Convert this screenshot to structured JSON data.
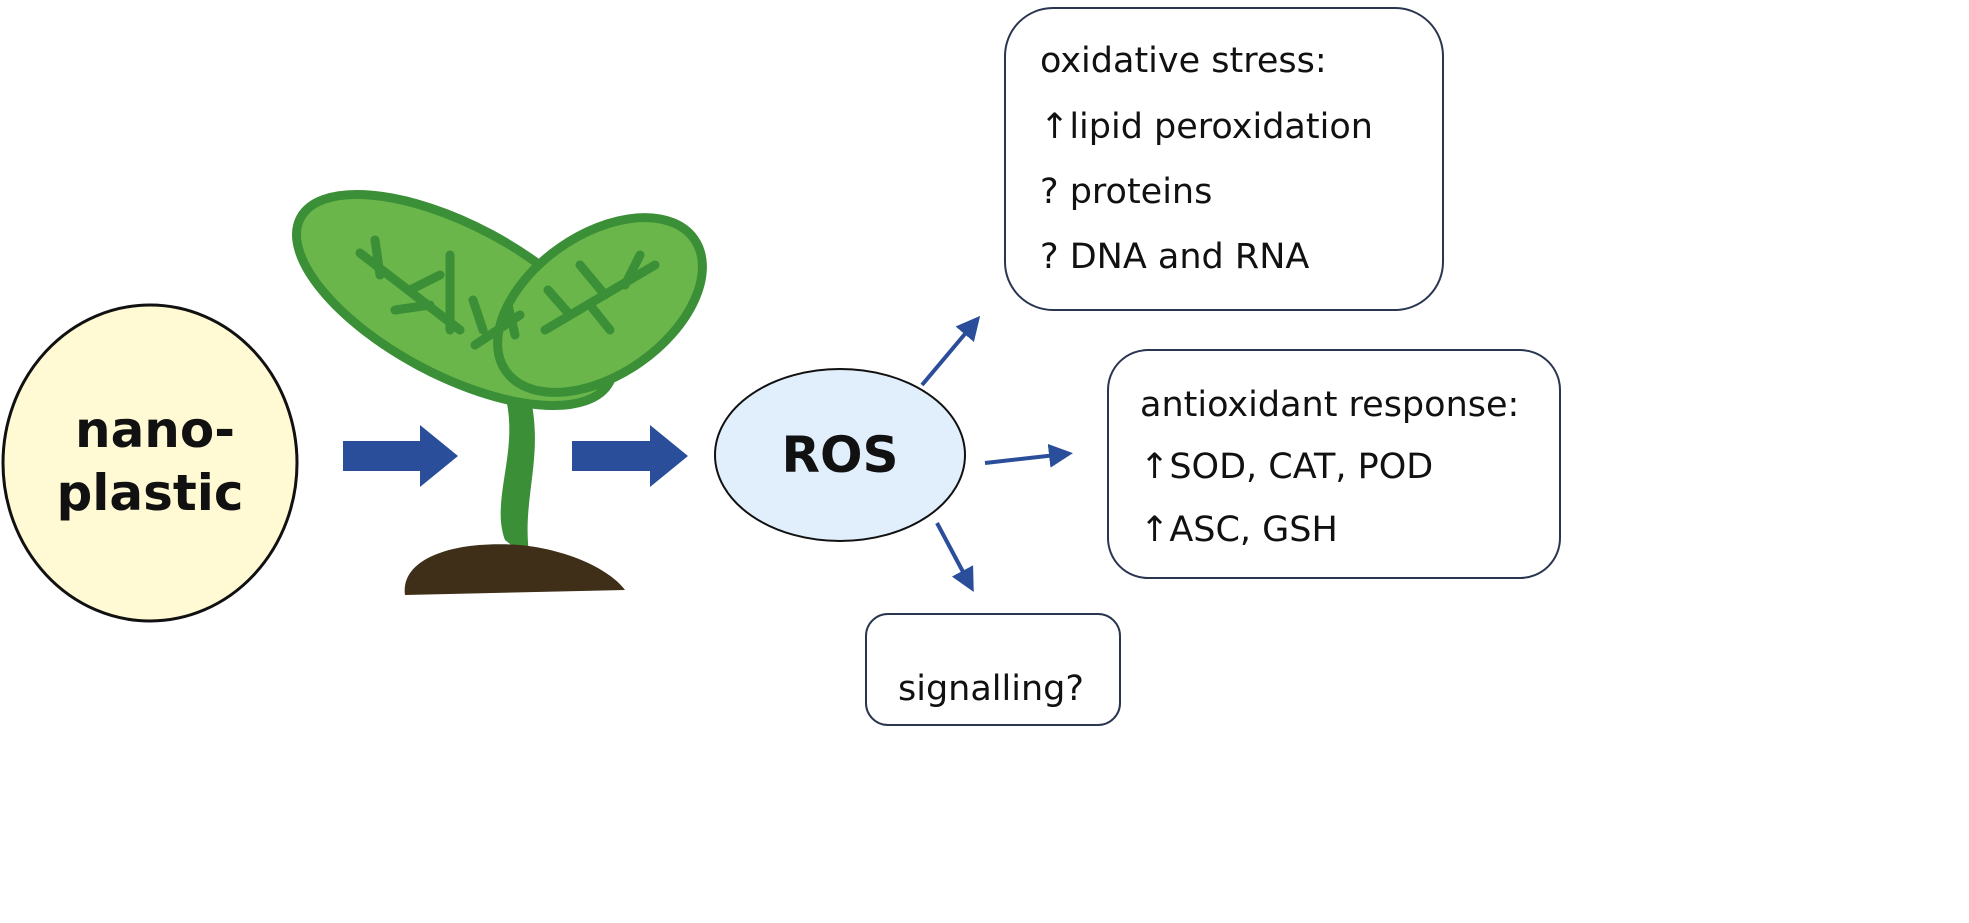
{
  "source": {
    "line1": "nano-",
    "line2": "plastic",
    "fill": "#fff9d4"
  },
  "center": {
    "label": "ROS",
    "fill": "#e1effc"
  },
  "arrow_color": "#2b4e9a",
  "plant": {
    "leaf_color": "#6ab64a",
    "outline_color": "#3a8f37",
    "soil_color": "#3f2e18"
  },
  "boxes": {
    "oxidative": {
      "lines": [
        "oxidative stress:",
        "↑lipid peroxidation",
        "? proteins",
        "? DNA and RNA"
      ]
    },
    "antioxidant": {
      "lines": [
        "antioxidant response:",
        "↑SOD, CAT, POD",
        "↑ASC, GSH"
      ]
    },
    "signalling": {
      "lines": [
        "signalling?"
      ]
    }
  }
}
